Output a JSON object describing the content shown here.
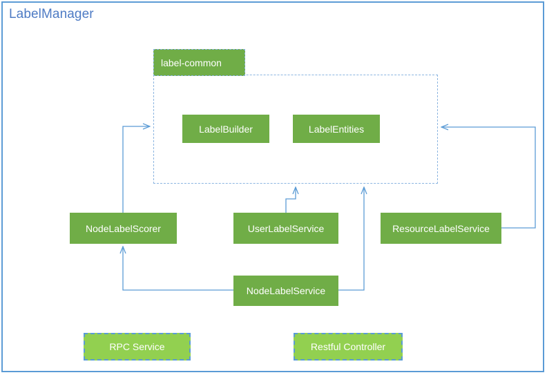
{
  "diagram": {
    "title": "LabelManager",
    "type": "component-architecture",
    "colors": {
      "frame_border": "#5B9BD5",
      "title_text": "#4E7BC4",
      "component_fill": "#70AD47",
      "interface_fill": "#92D050",
      "dashed_border": "#8AB4E0",
      "connector": "#5B9BD5",
      "label_text": "#FFFFFF",
      "background": "#FFFFFF"
    }
  },
  "package": {
    "name": "label-common",
    "border_style": "dashed",
    "children": [
      {
        "label": "LabelBuilder"
      },
      {
        "label": "LabelEntities"
      }
    ]
  },
  "components": [
    {
      "id": "label-builder",
      "label": "LabelBuilder"
    },
    {
      "id": "label-entities",
      "label": "LabelEntities"
    },
    {
      "id": "node-label-scorer",
      "label": "NodeLabelScorer"
    },
    {
      "id": "user-label-service",
      "label": "UserLabelService"
    },
    {
      "id": "resource-label-service",
      "label": "ResourceLabelService"
    },
    {
      "id": "node-label-service",
      "label": "NodeLabelService"
    }
  ],
  "interfaces": [
    {
      "id": "rpc-service",
      "label": "RPC Service"
    },
    {
      "id": "restful-controller",
      "label": "Restful Controller"
    }
  ],
  "connections": [
    {
      "from": "NodeLabelScorer",
      "to": "label-common",
      "arrow": "to"
    },
    {
      "from": "UserLabelService",
      "to": "label-common",
      "arrow": "to"
    },
    {
      "from": "ResourceLabelService",
      "to": "label-common",
      "arrow": "to"
    },
    {
      "from": "NodeLabelService",
      "to": "label-common",
      "arrow": "to"
    },
    {
      "from": "NodeLabelService",
      "to": "NodeLabelScorer",
      "arrow": "to"
    }
  ]
}
